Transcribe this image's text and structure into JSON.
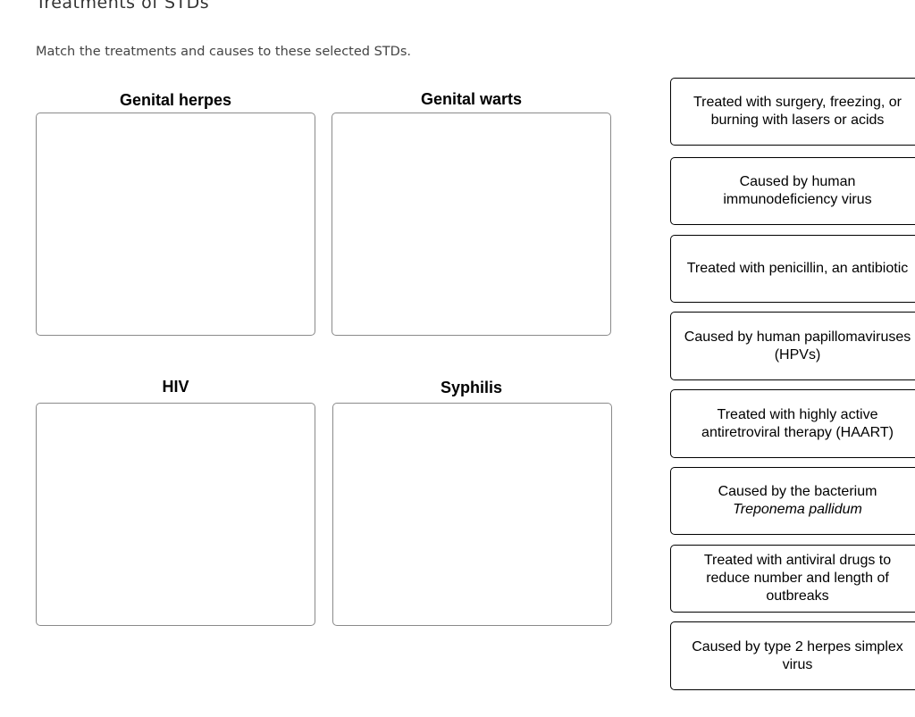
{
  "header": {
    "title": "Treatments of STDs",
    "instructions": "Match the treatments and causes to these selected STDs."
  },
  "bins": [
    {
      "label": "Genital herpes"
    },
    {
      "label": "Genital warts"
    },
    {
      "label": "HIV"
    },
    {
      "label": "Syphilis"
    }
  ],
  "cards": [
    {
      "text": "Treated with surgery, freezing, or burning with lasers or acids"
    },
    {
      "text": "Caused by human immunodeficiency virus"
    },
    {
      "text": "Treated with penicillin, an antibiotic"
    },
    {
      "text": "Caused by human papillomaviruses (HPVs)"
    },
    {
      "text": "Treated with highly active antiretroviral therapy (HAART)"
    },
    {
      "text_prefix": "Caused by the bacterium",
      "text_italic": "Treponema pallidum"
    },
    {
      "text": "Treated with antiviral drugs to reduce number and length of outbreaks"
    },
    {
      "text": "Caused by type 2 herpes simplex virus"
    }
  ]
}
